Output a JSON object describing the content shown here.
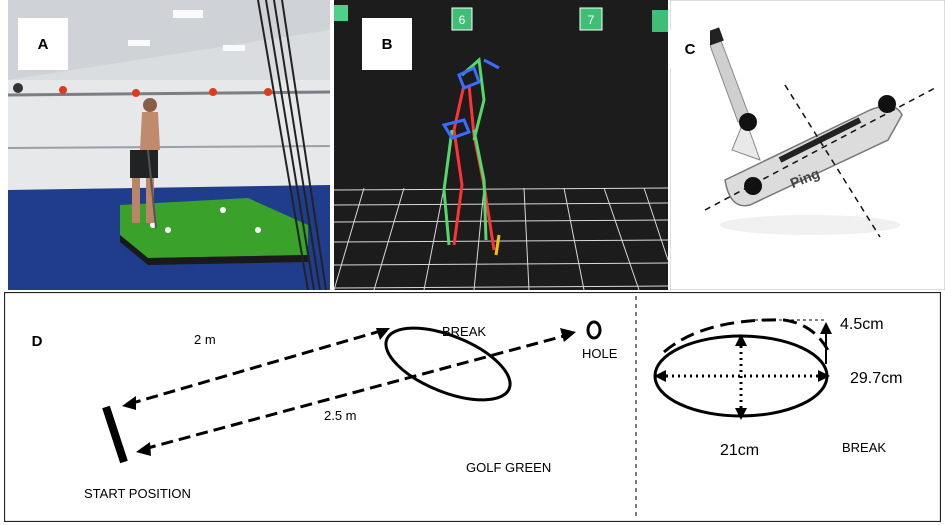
{
  "panels": {
    "a": {
      "tag": "A",
      "colors": {
        "wall": "#d9dde0",
        "floor": "#1f3d8c",
        "green": "#3aa12a"
      }
    },
    "b": {
      "tag": "B",
      "marker_labels": [
        "6",
        "7"
      ],
      "colors": {
        "bg": "#1c1c1c",
        "grid": "#d8d8d8",
        "skeleton_red": "#ff3333",
        "skeleton_green": "#55d86a",
        "skeleton_blue": "#3a6cff",
        "skeleton_yellow": "#f2c200"
      }
    },
    "c": {
      "tag": "C",
      "brand": "Ping"
    },
    "d": {
      "tag": "D",
      "labels": {
        "dist_2m": "2 m",
        "dist_25m": "2.5 m",
        "break": "BREAK",
        "hole": "HOLE",
        "start": "START POSITION",
        "green": "GOLF GREEN",
        "h45": "4.5cm",
        "h297": "29.7cm",
        "w21": "21cm",
        "break2": "BREAK"
      }
    }
  }
}
